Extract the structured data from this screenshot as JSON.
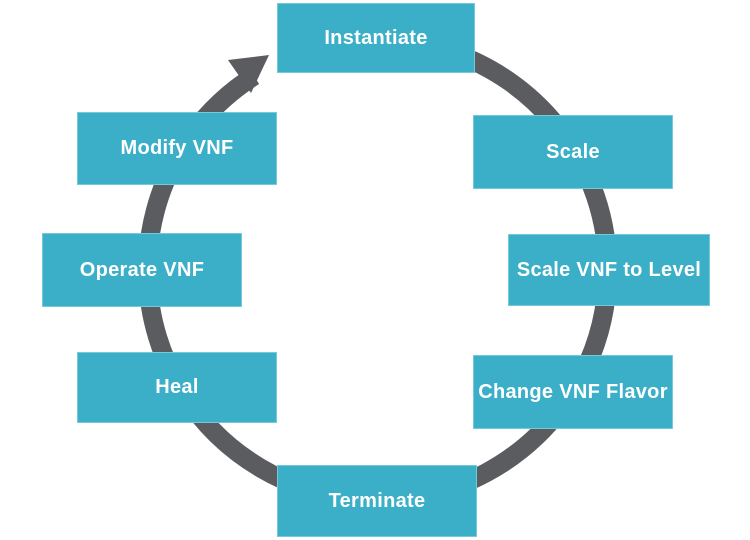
{
  "diagram": {
    "kind": "cycle",
    "direction": "clockwise"
  },
  "steps": [
    {
      "id": "instantiate",
      "label": "Instantiate"
    },
    {
      "id": "scale",
      "label": "Scale"
    },
    {
      "id": "scale-vnf-to-level",
      "label": "Scale VNF to Level"
    },
    {
      "id": "change-vnf-flavor",
      "label": "Change VNF Flavor"
    },
    {
      "id": "terminate",
      "label": "Terminate"
    },
    {
      "id": "heal",
      "label": "Heal"
    },
    {
      "id": "operate-vnf",
      "label": "Operate VNF"
    },
    {
      "id": "modify-vnf",
      "label": "Modify VNF"
    }
  ],
  "colors": {
    "box_fill": "#3AAFC7",
    "box_border": "#74C9DA",
    "arrow": "#5A5C60",
    "text": "#FFFFFF",
    "background": "#FFFFFF"
  }
}
